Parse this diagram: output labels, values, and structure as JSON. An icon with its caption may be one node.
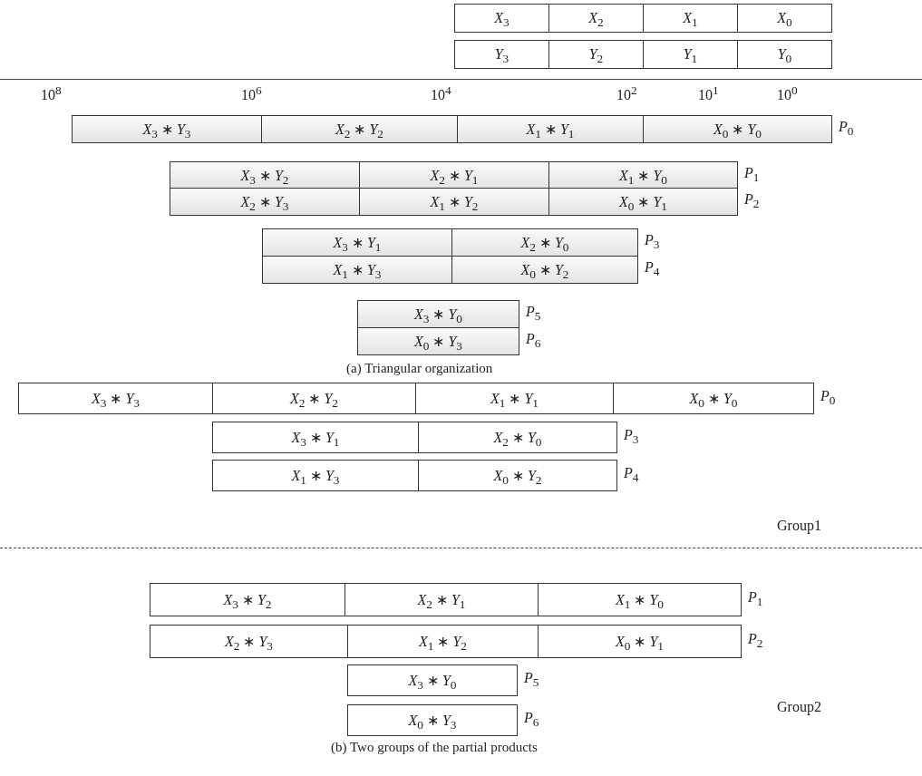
{
  "diagram": {
    "nodes": [
      {
        "text": [
          "*X*$_{3}$"
        ]
      },
      {
        "text": [
          "*X*$_{2}$"
        ]
      },
      {
        "text": [
          "*X*$_{1}$"
        ]
      },
      {
        "text": [
          "*X*$_{0}$"
        ]
      },
      {
        "text": [
          "*Y*$_{3}$"
        ]
      },
      {
        "text": [
          "*Y*$_{2}$"
        ]
      },
      {
        "text": [
          "*Y*$_{1}$"
        ]
      },
      {
        "text": [
          "*Y*$_{0}$"
        ]
      },
      {
        "text": [
          "*X*$_{3}$ ∗ *Y*$_{3}$"
        ]
      },
      {
        "text": [
          "*X*$_{2}$ ∗ *Y*$_{2}$"
        ]
      },
      {
        "text": [
          "*X*$_{1}$ ∗ *Y*$_{1}$"
        ]
      },
      {
        "text": [
          "*X*$_{0}$ ∗ *Y*$_{0}$"
        ],
        "beside": [
          "*P*$_{0}$"
        ]
      },
      {
        "text": [
          "*X*$_{3}$ ∗ *Y*$_{2}$"
        ]
      },
      {
        "text": [
          "*X*$_{2}$ ∗ *Y*$_{1}$"
        ]
      },
      {
        "text": [
          "*X*$_{1}$ ∗ *Y*$_{0}$"
        ],
        "beside": [
          "*P*$_{1}$"
        ]
      },
      {
        "text": [
          "*X*$_{2}$ ∗ *Y*$_{3}$"
        ]
      },
      {
        "text": [
          "*X*$_{1}$ ∗ *Y*$_{2}$"
        ]
      },
      {
        "text": [
          "*X*$_{0}$ ∗ *Y*$_{1}$"
        ],
        "beside": [
          "*P*$_{2}$"
        ]
      },
      {
        "text": [
          "*X*$_{3}$ ∗ *Y*$_{1}$"
        ]
      },
      {
        "text": [
          "*X*$_{2}$ ∗ *Y*$_{0}$"
        ],
        "beside": [
          "*P*$_{3}$"
        ]
      },
      {
        "text": [
          "*X*$_{1}$ ∗ *Y*$_{3}$"
        ]
      },
      {
        "text": [
          "*X*$_{0}$ ∗ *Y*$_{2}$"
        ],
        "beside": [
          "*P*$_{4}$"
        ]
      },
      {
        "text": [
          "*X*$_{3}$ ∗ *Y*$_{0}$"
        ],
        "beside": [
          "*P*$_{5}$"
        ]
      },
      {
        "text": [
          "*X*$_{0}$ ∗ *Y*$_{3}$"
        ],
        "beside": [
          "*P*$_{6}$"
        ]
      },
      {
        "text": [
          "*X*$_{3}$ ∗ *Y*$_{3}$"
        ]
      },
      {
        "text": [
          "*X*$_{2}$ ∗ *Y*$_{2}$"
        ]
      },
      {
        "text": [
          "*X*$_{1}$ ∗ *Y*$_{1}$"
        ]
      },
      {
        "text": [
          "*X*$_{0}$ ∗ *Y*$_{0}$"
        ],
        "beside": [
          "*P*$_{0}$"
        ]
      },
      {
        "text": [
          "*X*$_{3}$ ∗ *Y*$_{1}$"
        ]
      },
      {
        "text": [
          "*X*$_{2}$ ∗ *Y*$_{0}$"
        ],
        "beside": [
          "*P*$_{3}$"
        ]
      },
      {
        "text": [
          "*X*$_{1}$ ∗ *Y*$_{3}$"
        ]
      },
      {
        "text": [
          "*X*$_{0}$ ∗ *Y*$_{2}$"
        ],
        "beside": [
          "*P*$_{4}$"
        ]
      },
      {
        "text": [
          "*X*$_{3}$ ∗ *Y*$_{2}$"
        ]
      },
      {
        "text": [
          "*X*$_{2}$ ∗ *Y*$_{1}$"
        ]
      },
      {
        "text": [
          "*X*$_{1}$ ∗ *Y*$_{0}$"
        ],
        "beside": [
          "*P*$_{1}$"
        ]
      },
      {
        "text": [
          "*X*$_{2}$ ∗ *Y*$_{3}$"
        ]
      },
      {
        "text": [
          "*X*$_{1}$ ∗ *Y*$_{2}$"
        ]
      },
      {
        "text": [
          "*X*$_{0}$ ∗ *Y*$_{1}$"
        ],
        "beside": [
          "*P*$_{2}$"
        ]
      },
      {
        "text": [
          "*X*$_{3}$ ∗ *Y*$_{0}$"
        ],
        "beside": [
          "*P*$_{5}$"
        ]
      },
      {
        "text": [
          "*X*$_{0}$ ∗ *Y*$_{3}$"
        ],
        "beside": [
          "*P*$_{6}$"
        ]
      }
    ],
    "labels": [
      "10$^{8}$",
      "10$^{6}$",
      "10$^{4}$",
      "10$^{2}$",
      "10$^{1}$",
      "10$^{0}$",
      "(a)  Triangular organization",
      "Group1",
      "Group2",
      "(b)  Two groups of the partial products"
    ]
  }
}
